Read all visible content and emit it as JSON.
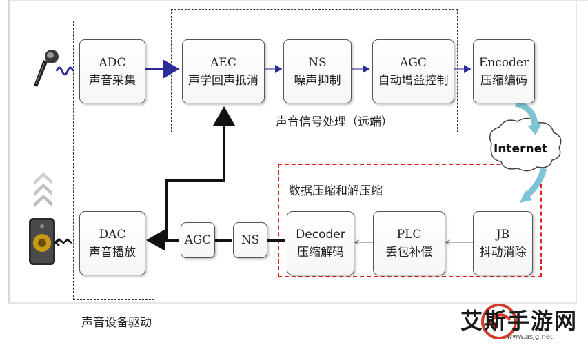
{
  "boxes": {
    "adc": {
      "line1": "ADC",
      "line2": "声音采集"
    },
    "aec": {
      "line1": "AEC",
      "line2": "声学回声抵消"
    },
    "ns_top": {
      "line1": "NS",
      "line2": "噪声抑制"
    },
    "agc_top": {
      "line1": "AGC",
      "line2": "自动增益控制"
    },
    "encoder": {
      "line1": "Encoder",
      "line2": "压缩编码"
    },
    "dac": {
      "line1": "DAC",
      "line2": "声音播放"
    },
    "agc_bottom": {
      "line1": "AGC"
    },
    "ns_bottom": {
      "line1": "NS"
    },
    "decoder": {
      "line1": "Decoder",
      "line2": "压缩解码"
    },
    "plc": {
      "line1": "PLC",
      "line2": "丢包补偿"
    },
    "jb": {
      "line1": "JB",
      "line2": "抖动消除"
    }
  },
  "regions": {
    "signal_processing": "声音信号处理（远端）",
    "compression": "数据压缩和解压缩",
    "device_driver": "声音设备驱动"
  },
  "cloud_label": "Internet",
  "watermark": {
    "name": "艾斯手游网",
    "url": "www.asjg.net"
  },
  "colors": {
    "red_dashed": "#e0201c",
    "arrow_blue": "#2b2b9a",
    "cloud_arrow": "#7fc4d4"
  }
}
